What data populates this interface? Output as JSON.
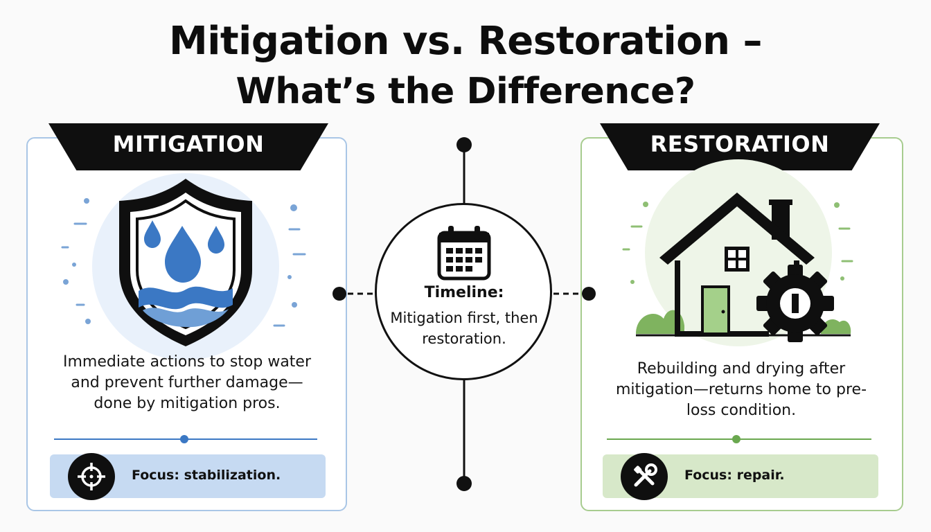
{
  "title": {
    "line1": "Mitigation vs. Restoration –",
    "line2": "What’s the Difference?"
  },
  "mitigation": {
    "heading": "MITIGATION",
    "description": "Immediate actions to stop water and prevent further damage—done by mitigation pros.",
    "focus": "Focus: stabilization.",
    "icon": "shield-water-drops-icon",
    "focus_icon": "crosshair-target-icon",
    "accent": "#3b78c4",
    "border": "#a9c6e6",
    "focus_bg": "#c6daf2"
  },
  "timeline": {
    "label": "Timeline:",
    "text": "Mitigation first, then restoration.",
    "icon": "calendar-icon"
  },
  "restoration": {
    "heading": "RESTORATION",
    "description": "Rebuilding and drying after mitigation—returns home to pre-loss condition.",
    "focus": "Focus: repair.",
    "icon": "house-gear-icon",
    "focus_icon": "tools-wrench-screwdriver-icon",
    "accent": "#6aa84f",
    "border": "#a7cc8f",
    "focus_bg": "#d7e8c9"
  }
}
